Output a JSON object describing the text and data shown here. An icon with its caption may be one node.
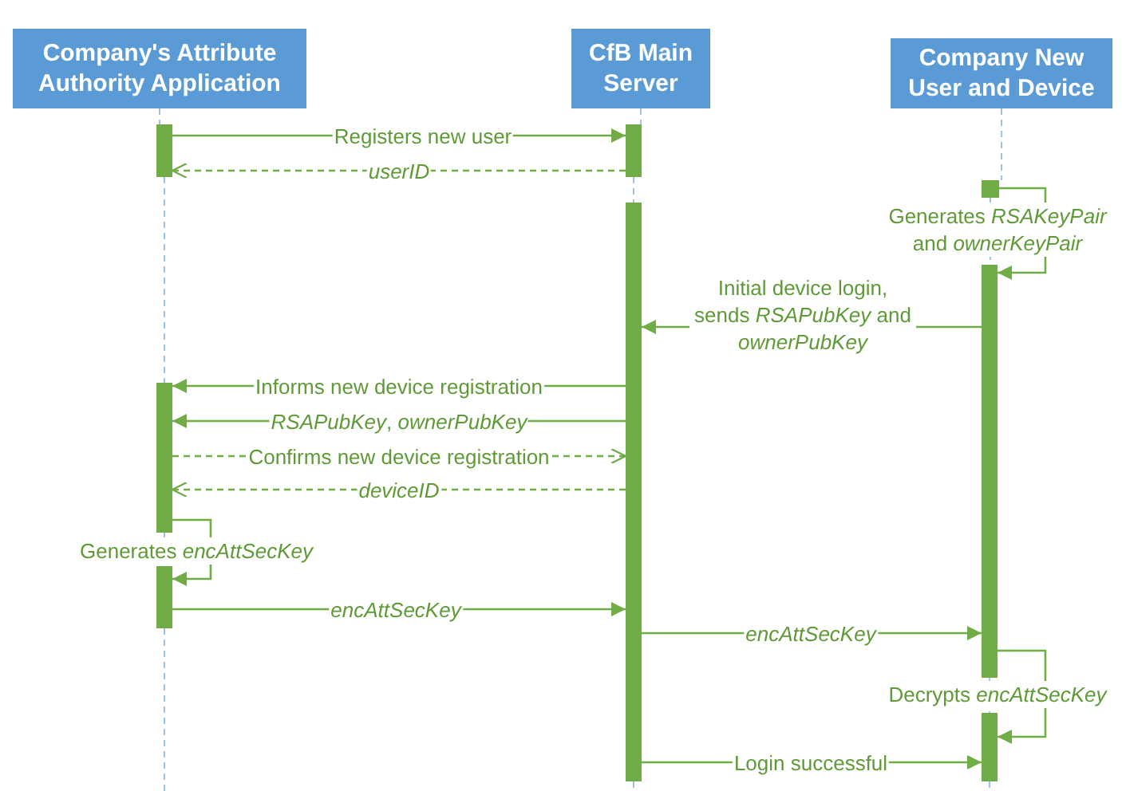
{
  "diagram": {
    "nodes": [
      {
        "text": [
          "Company's Attribute Authority Application"
        ]
      },
      {
        "text": [
          "CfB Main Server"
        ]
      },
      {
        "text": [
          "Company New User and Device"
        ]
      },
      {
        "text": [],
        "shape": "bar"
      },
      {
        "text": [],
        "shape": "bar"
      },
      {
        "text": [],
        "shape": "bar"
      },
      {
        "text": [],
        "shape": "bar"
      },
      {
        "text": [],
        "shape": "bar"
      },
      {
        "text": [],
        "shape": "bar"
      },
      {
        "text": [],
        "shape": "bar"
      },
      {
        "text": [],
        "shape": "bar"
      }
    ],
    "edges": [
      {
        "from": 3,
        "to": 4,
        "arrow": "to",
        "label": "Registers new user"
      },
      {
        "from": 4,
        "to": 3,
        "arrow": "to",
        "label": "userID",
        "style": "dashed"
      },
      {
        "from": 5,
        "to": 7,
        "arrow": "to",
        "label": "Generates *RSAKeyPair* and *ownerKeyPair*"
      },
      {
        "from": 7,
        "to": 6,
        "arrow": "to",
        "label": "Initial device login, sends *RSAPubKey* and *ownerPubKey*"
      },
      {
        "from": 6,
        "to": 8,
        "arrow": "to",
        "label": "Informs new device registration"
      },
      {
        "from": 6,
        "to": 8,
        "arrow": "to",
        "label": "*RSAPubKey*, *ownerPubKey*"
      },
      {
        "from": 8,
        "to": 6,
        "arrow": "to",
        "label": "Confirms new device registration",
        "style": "dashed"
      },
      {
        "from": 6,
        "to": 8,
        "arrow": "to",
        "label": "deviceID",
        "style": "dashed"
      },
      {
        "from": 8,
        "to": 9,
        "arrow": "to",
        "label": "Generates *encAttSecKey*"
      },
      {
        "from": 9,
        "to": 6,
        "arrow": "to",
        "label": "encAttSecKey"
      },
      {
        "from": 6,
        "to": 7,
        "arrow": "to",
        "label": "encAttSecKey"
      },
      {
        "from": 7,
        "to": 10,
        "arrow": "to",
        "label": "Decrypts *encAttSecKey*"
      },
      {
        "from": 6,
        "to": 10,
        "arrow": "to",
        "label": "Login successful"
      },
      {
        "from": 0,
        "to": 3,
        "arrow": "none",
        "style": "dashed",
        "color": "#9dc3e6"
      },
      {
        "from": 3,
        "to": 8,
        "arrow": "none",
        "style": "dashed",
        "color": "#9dc3e6"
      },
      {
        "from": 8,
        "to": 9,
        "arrow": "none",
        "style": "dashed",
        "color": "#9dc3e6"
      },
      {
        "from": 9,
        "to": null,
        "arrow": "none",
        "style": "dashed",
        "color": "#9dc3e6"
      },
      {
        "from": 1,
        "to": 4,
        "arrow": "none",
        "style": "dashed",
        "color": "#9dc3e6"
      },
      {
        "from": 4,
        "to": 6,
        "arrow": "none",
        "style": "dashed",
        "color": "#9dc3e6"
      },
      {
        "from": 6,
        "to": null,
        "arrow": "none",
        "style": "dashed",
        "color": "#9dc3e6"
      },
      {
        "from": 2,
        "to": 5,
        "arrow": "none",
        "style": "dashed",
        "color": "#9dc3e6"
      },
      {
        "from": 5,
        "to": 7,
        "arrow": "none",
        "style": "dashed",
        "color": "#9dc3e6"
      },
      {
        "from": 7,
        "to": 10,
        "arrow": "none",
        "style": "dashed",
        "color": "#9dc3e6"
      },
      {
        "from": 10,
        "to": null,
        "arrow": "none",
        "style": "dashed",
        "color": "#9dc3e6"
      }
    ]
  }
}
